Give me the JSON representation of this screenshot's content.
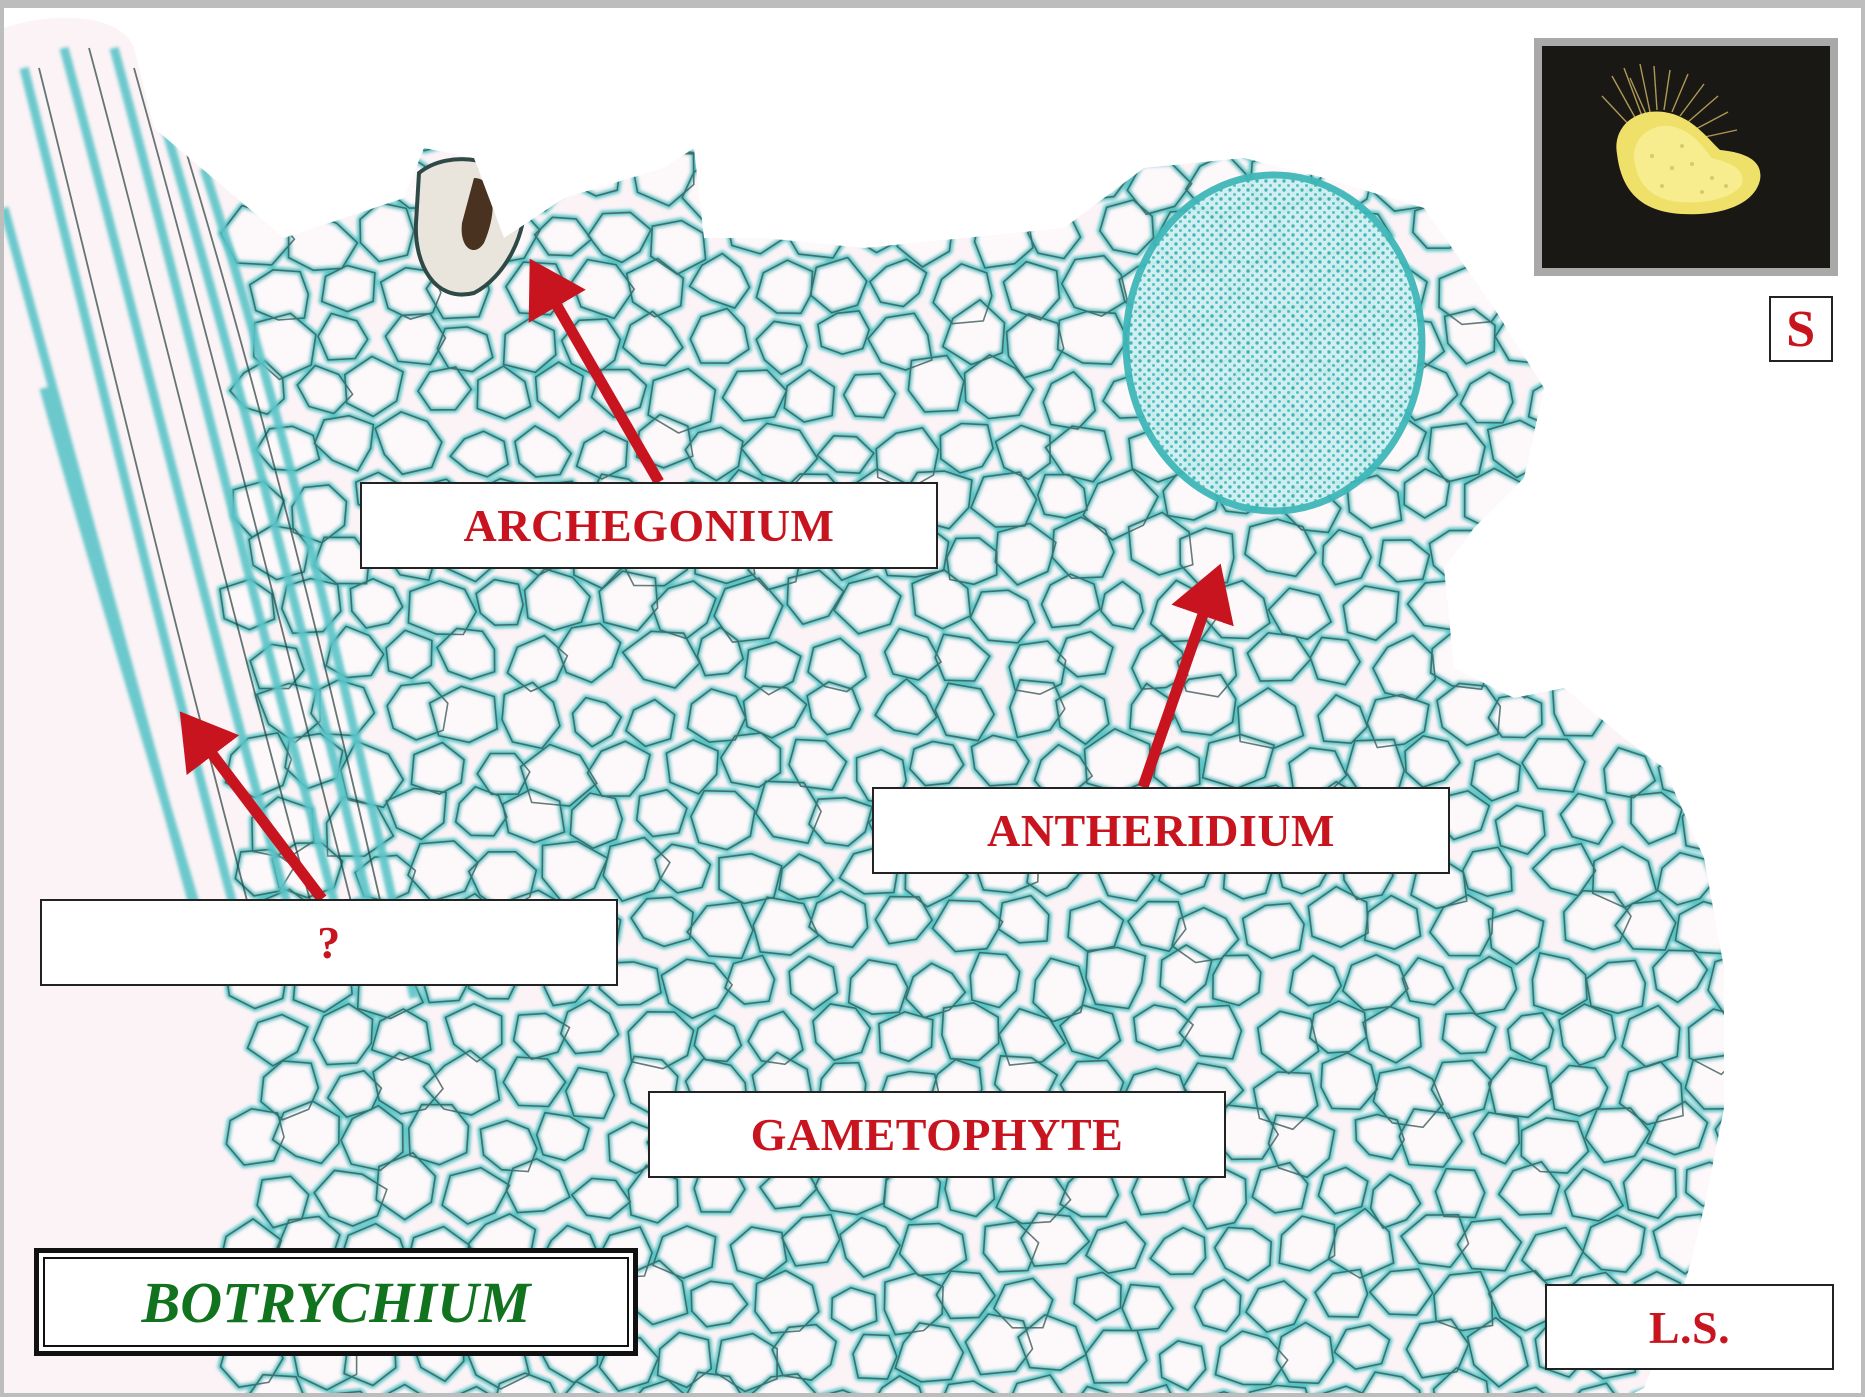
{
  "specimen": {
    "genus": "BOTRYCHIUM",
    "section": "L.S.",
    "inset_marker": "S"
  },
  "labels": {
    "archegonium": "ARCHEGONIUM",
    "antheridium": "ANTHERIDIUM",
    "unknown": "?",
    "gametophyte": "GAMETOPHYTE"
  },
  "colors": {
    "label_text": "#c8141e",
    "arrow": "#c8141e",
    "genus_text": "#12731e",
    "cell_wall": "#5cc8c8",
    "cell_wall_dark": "#2a4a48",
    "inset_background": "#1a1814",
    "inset_specimen": "#f0e070"
  },
  "icons": {
    "arrows": [
      "arrow-to-archegonium-icon",
      "arrow-to-antheridium-icon",
      "arrow-to-unknown-icon"
    ]
  }
}
